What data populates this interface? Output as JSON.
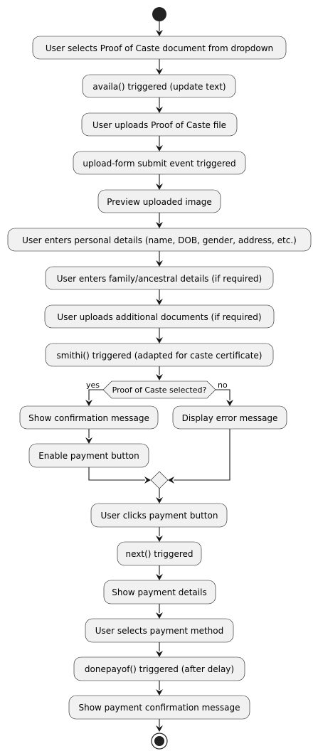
{
  "steps": {
    "s1": "User selects Proof of Caste document from dropdown",
    "s2": "availa() triggered (update text)",
    "s3": "User uploads Proof of Caste file",
    "s4": "upload-form submit event triggered",
    "s5": "Preview uploaded image",
    "s6": "User enters personal details (name, DOB, gender, address, etc.)",
    "s7": "User enters family/ancestral details (if required)",
    "s8": "User uploads additional documents (if required)",
    "s9": "smithi() triggered (adapted for caste certificate)",
    "yes1": "Show confirmation message",
    "yes2": "Enable payment button",
    "no1": "Display error message",
    "s10": "User clicks payment button",
    "s11": "next() triggered",
    "s12": "Show payment details",
    "s13": "User selects payment method",
    "s14": "donepayof() triggered (after delay)",
    "s15": "Show payment confirmation message"
  },
  "decision": {
    "question": "Proof of Caste selected?",
    "yes_label": "yes",
    "no_label": "no"
  }
}
